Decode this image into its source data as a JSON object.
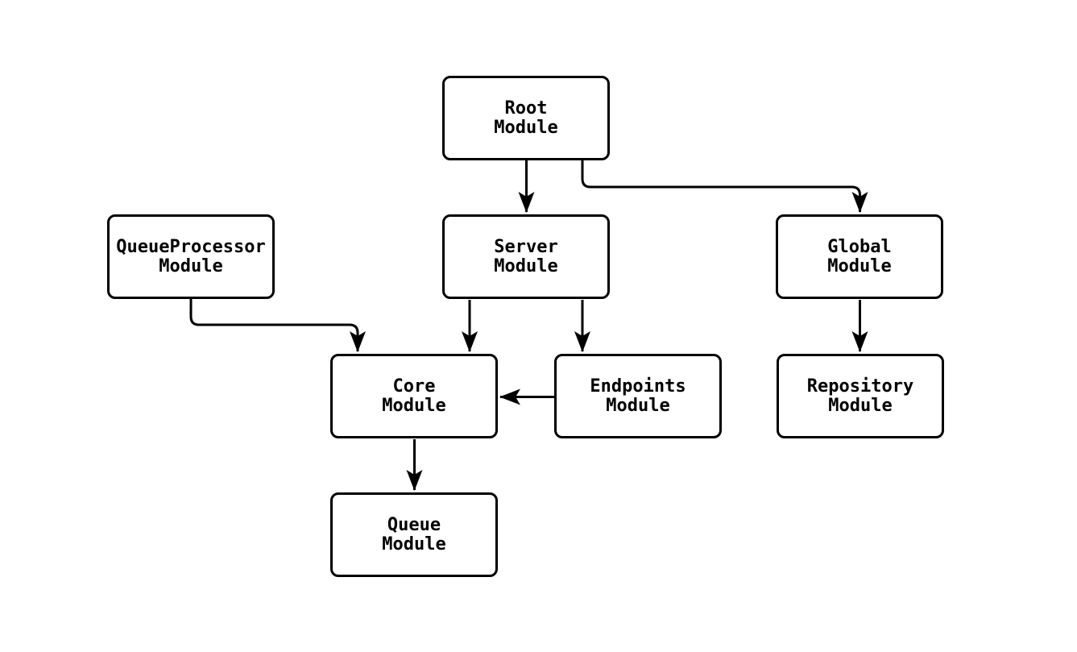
{
  "diagram": {
    "type": "module-dependency-graph",
    "background_color": "#ffffff",
    "node_border_color": "#000000",
    "node_fill_color": "#ffffff",
    "edge_color": "#000000",
    "text_color": "#000000",
    "nodes": {
      "root": {
        "line1": "Root",
        "line2": "Module"
      },
      "queueprocessor": {
        "line1": "QueueProcessor",
        "line2": "Module"
      },
      "server": {
        "line1": "Server",
        "line2": "Module"
      },
      "global": {
        "line1": "Global",
        "line2": "Module"
      },
      "core": {
        "line1": "Core",
        "line2": "Module"
      },
      "endpoints": {
        "line1": "Endpoints",
        "line2": "Module"
      },
      "repository": {
        "line1": "Repository",
        "line2": "Module"
      },
      "queue": {
        "line1": "Queue",
        "line2": "Module"
      }
    },
    "edges": [
      {
        "from": "root",
        "to": "server"
      },
      {
        "from": "root",
        "to": "global"
      },
      {
        "from": "queueprocessor",
        "to": "core"
      },
      {
        "from": "server",
        "to": "core"
      },
      {
        "from": "server",
        "to": "endpoints"
      },
      {
        "from": "endpoints",
        "to": "core"
      },
      {
        "from": "global",
        "to": "repository"
      },
      {
        "from": "core",
        "to": "queue"
      }
    ]
  }
}
